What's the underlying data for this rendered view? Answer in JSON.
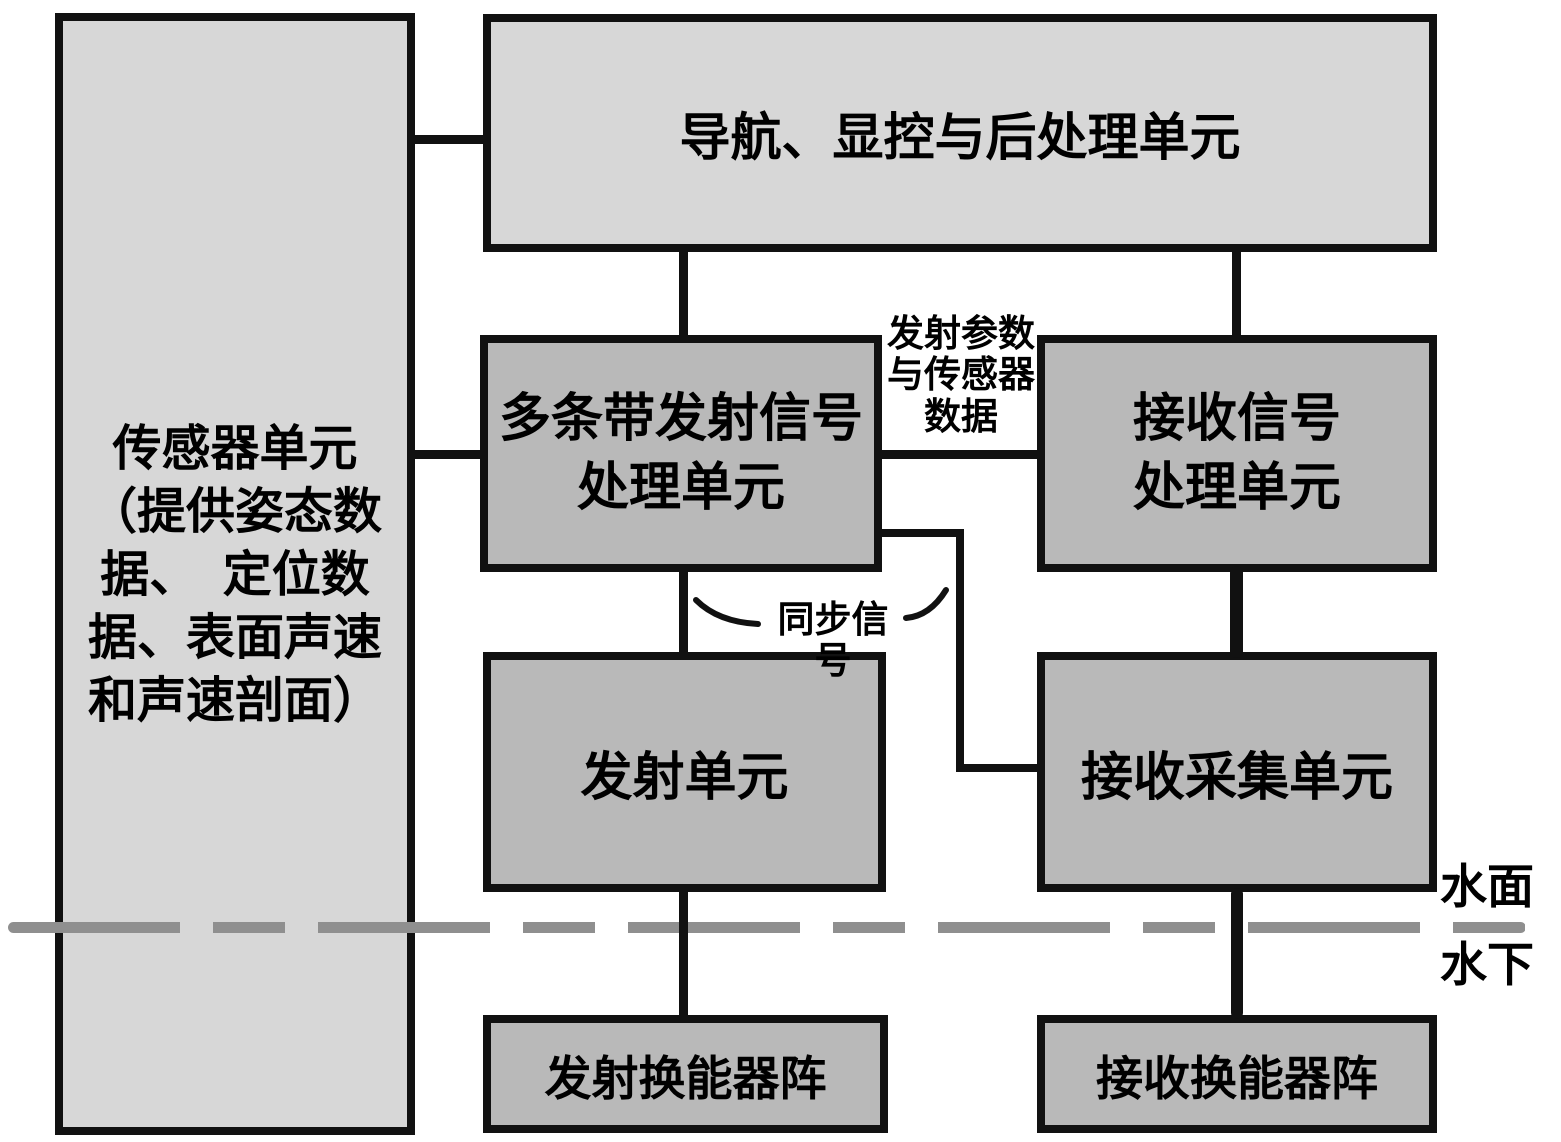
{
  "diagram": {
    "boxes": {
      "sensor_unit": {
        "lines": [
          "传感器单元",
          "（提供姿态数",
          "据、　定位数",
          "据、表面声速",
          "和声速剖面）"
        ]
      },
      "nav_unit": {
        "label": "导航、显控与后处理单元"
      },
      "tx_signal_unit": {
        "lines": [
          "多条带发射信号",
          "处理单元"
        ]
      },
      "rx_signal_unit": {
        "lines": [
          "接收信号",
          "处理单元"
        ]
      },
      "tx_unit": {
        "label": "发射单元"
      },
      "rx_acq_unit": {
        "label": "接收采集单元"
      },
      "tx_array": {
        "label": "发射换能器阵"
      },
      "rx_array": {
        "label": "接收换能器阵"
      }
    },
    "annotations": {
      "tx_params": {
        "lines": [
          "发射参数",
          "与传感器",
          "数据"
        ]
      },
      "sync_signal": "同步信号",
      "water_surface": "水面",
      "underwater": "水下"
    },
    "colors": {
      "light_box_fill": "#d7d7d7",
      "mid_box_fill": "#b9b9b9",
      "border": "#111111",
      "dashed_line": "#8f8f8f",
      "text": "#000000"
    }
  }
}
